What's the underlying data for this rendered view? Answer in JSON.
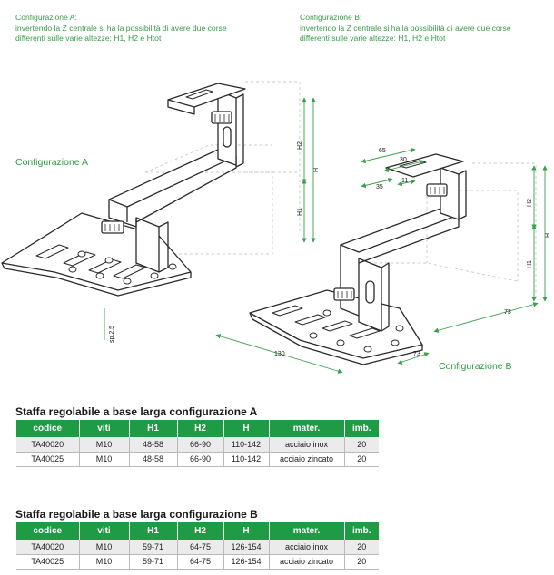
{
  "notes": {
    "a": {
      "line1": "Configurazione A:",
      "line2": "invertendo la Z centrale si ha la possibilità di avere due corse",
      "line3": "differenti sulle varie altezze: H1, H2 e Htot"
    },
    "b": {
      "line1": "Configurazione B:",
      "line2": "invertendo la Z centrale si ha la possibilità di avere due corse",
      "line3": "differenti sulle varie altezze: H1, H2 e Htot"
    }
  },
  "figure": {
    "config_a_label": "Configurazione A",
    "config_b_label": "Configurazione B",
    "dims_a": {
      "h2": "H2",
      "h": "H",
      "h1": "H1",
      "thickness": "sp.2,5"
    },
    "dims_b": {
      "d65": "65",
      "d30": "30",
      "d35": "35",
      "d11": "11",
      "h2": "H2",
      "h": "H",
      "h1": "H1",
      "d130": "130",
      "d73a": "73",
      "d73b": "73"
    },
    "colors": {
      "line": "#2a2a2a",
      "dim": "#3aa04c",
      "box": "#cfcfcf"
    }
  },
  "table_a": {
    "title": "Staffa regolabile a base larga configurazione A",
    "headers": [
      "codice",
      "viti",
      "H1",
      "H2",
      "H",
      "mater.",
      "imb."
    ],
    "rows": [
      [
        "TA40020",
        "M10",
        "48-58",
        "66-90",
        "110-142",
        "acciaio inox",
        "20"
      ],
      [
        "TA40025",
        "M10",
        "48-58",
        "66-90",
        "110-142",
        "acciaio zincato",
        "20"
      ]
    ]
  },
  "table_b": {
    "title": "Staffa regolabile a base larga configurazione B",
    "headers": [
      "codice",
      "viti",
      "H1",
      "H2",
      "H",
      "mater.",
      "imb."
    ],
    "rows": [
      [
        "TA40020",
        "M10",
        "59-71",
        "64-75",
        "126-154",
        "acciaio inox",
        "20"
      ],
      [
        "TA40025",
        "M10",
        "59-71",
        "64-75",
        "126-154",
        "acciaio zincato",
        "20"
      ]
    ]
  },
  "colors": {
    "header_green": "#1f9a45",
    "note_green": "#3a9a4a",
    "row_shade": "#ebebeb"
  }
}
